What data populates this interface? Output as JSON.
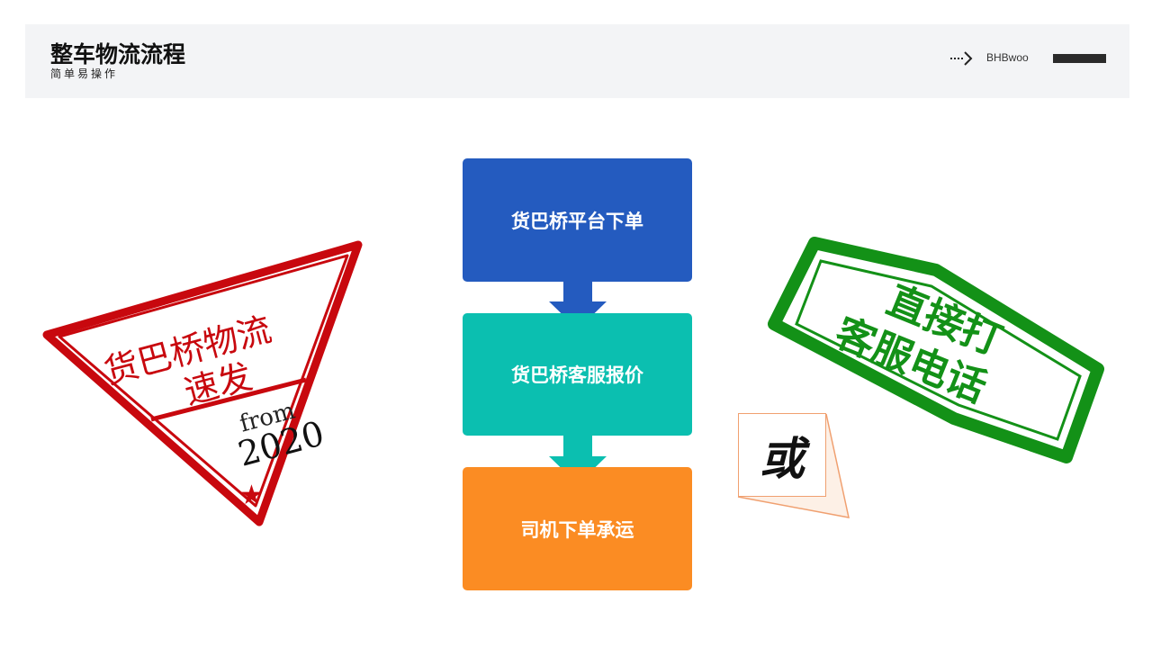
{
  "header": {
    "title": "整车物流流程",
    "subtitle": "简单易操作",
    "brand": "BHBwoo"
  },
  "flow": {
    "steps": [
      {
        "label": "货巴桥平台下单",
        "color": "#245bbf"
      },
      {
        "label": "货巴桥客服报价",
        "color": "#0bbfb0"
      },
      {
        "label": "司机下单承运",
        "color": "#fb8c23"
      }
    ]
  },
  "left_stamp": {
    "line1": "货巴桥物流",
    "line2": "速发",
    "from": "from",
    "year": "2020",
    "color": "#c8080e"
  },
  "right_stamp": {
    "line1": "直接打",
    "line2": "客服电话",
    "color": "#139117"
  },
  "or_label": "或"
}
